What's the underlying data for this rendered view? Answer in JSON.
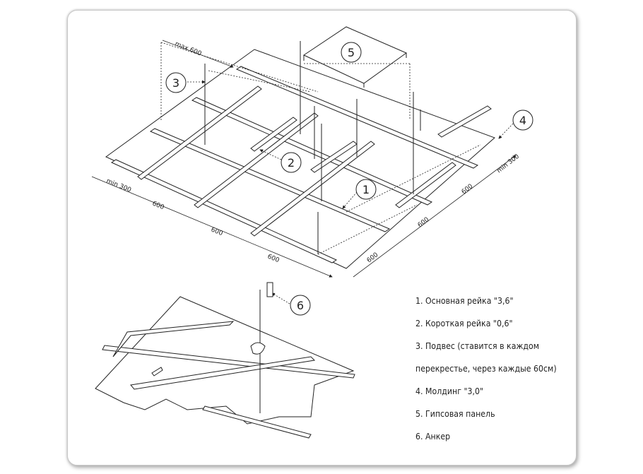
{
  "callouts": [
    "1",
    "2",
    "3",
    "4",
    "5",
    "6"
  ],
  "dimensions": {
    "max_top": "max 600",
    "min_left": "min 300",
    "min_right": "min 300",
    "span": "600"
  },
  "legend": [
    "1. Основная рейка \"3,6\"",
    "2. Короткая рейка \"0,6\"",
    "3. Подвес (ставится в каждом",
    "перекрестье, через каждые 60см)",
    "4. Молдинг \"3,0\"",
    "5. Гипсовая панель",
    "6. Анкер"
  ],
  "colors": {
    "line": "#222222",
    "frame_border": "#c8c8c8",
    "background": "#ffffff"
  }
}
